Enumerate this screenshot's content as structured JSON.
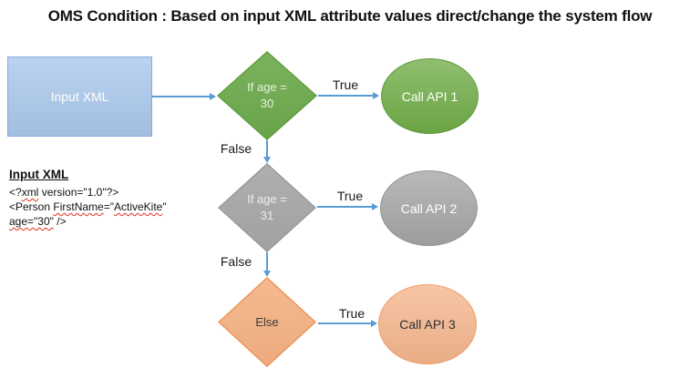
{
  "title": "OMS Condition : Based on input XML attribute values direct/change the system flow",
  "colors": {
    "arrow": "#5B9BD5",
    "label_text": "#1a1a1a",
    "squiggle": "#e0301e"
  },
  "input_node": {
    "label": "Input XML",
    "fill": "#A8C6EA",
    "border": "#84ABDB",
    "text_color": "#ffffff"
  },
  "xml_snippet": {
    "heading": "Input XML",
    "line1": {
      "a": "<?",
      "b": "xml",
      "c": " version=\"1.0\"?>"
    },
    "line2": {
      "a": "<Person ",
      "b": "FirstName",
      "c": "=\"",
      "d": "ActiveKite",
      "e": "\""
    },
    "line3": {
      "a": "age=\"30\"",
      "b": " />"
    }
  },
  "flow": {
    "rows": [
      {
        "condition_line1": "If age =",
        "condition_line2": "30",
        "true_label": "True",
        "false_label": "False",
        "result": "Call API 1",
        "diamond_fill": "#6CA94C",
        "diamond_border": "#5F9C3D",
        "diamond_text": "#E8F2DF",
        "ellipse_fill": "#70AD47",
        "ellipse_border": "#619A3E",
        "ellipse_text": "#FFFFFF"
      },
      {
        "condition_line1": "If age =",
        "condition_line2": "31",
        "true_label": "True",
        "false_label": "False",
        "result": "Call API 2",
        "diamond_fill": "#A6A6A6",
        "diamond_border": "#999999",
        "diamond_text": "#EDEDED",
        "ellipse_fill": "#A5A5A5",
        "ellipse_border": "#939393",
        "ellipse_text": "#FFFFFF"
      },
      {
        "condition_line1": "Else",
        "condition_line2": "",
        "true_label": "True",
        "result": "Call API 3",
        "diamond_fill": "#F4B183",
        "diamond_border": "#EC9359",
        "diamond_text": "#3B3B3B",
        "ellipse_fill": "#F5B68D",
        "ellipse_border": "#EE9C67",
        "ellipse_text": "#303030"
      }
    ]
  }
}
